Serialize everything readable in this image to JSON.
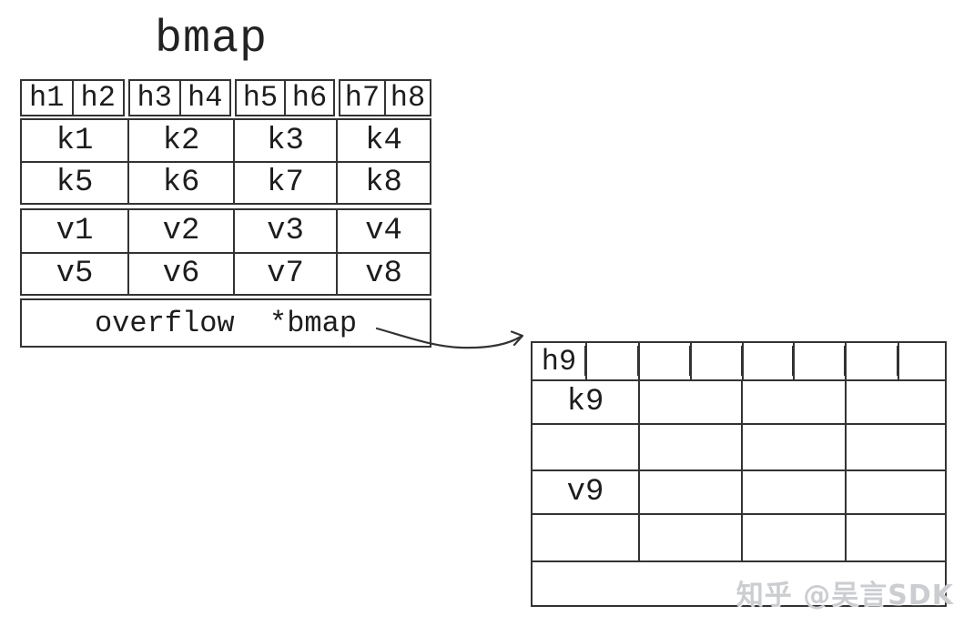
{
  "title": "bmap",
  "left_table": {
    "header": [
      "h1",
      "h2",
      "h3",
      "h4",
      "h5",
      "h6",
      "h7",
      "h8"
    ],
    "keys": [
      [
        "k1",
        "k2",
        "k3",
        "k4"
      ],
      [
        "k5",
        "k6",
        "k7",
        "k8"
      ]
    ],
    "values": [
      [
        "v1",
        "v2",
        "v3",
        "v4"
      ],
      [
        "v5",
        "v6",
        "v7",
        "v8"
      ]
    ],
    "overflow_label": "overflow  *bmap"
  },
  "right_table": {
    "header": [
      "h9",
      "",
      "",
      "",
      "",
      "",
      "",
      ""
    ],
    "rows": [
      [
        "k9",
        "",
        "",
        ""
      ],
      [
        "",
        "",
        "",
        ""
      ],
      [
        "v9",
        "",
        "",
        ""
      ],
      [
        "",
        "",
        "",
        ""
      ]
    ],
    "footer": ""
  },
  "watermark": "知乎 @吴言SDK",
  "colors": {
    "line": "#333333",
    "text": "#1d1d1d",
    "watermark": "#cbcdd1",
    "background": "#ffffff"
  }
}
